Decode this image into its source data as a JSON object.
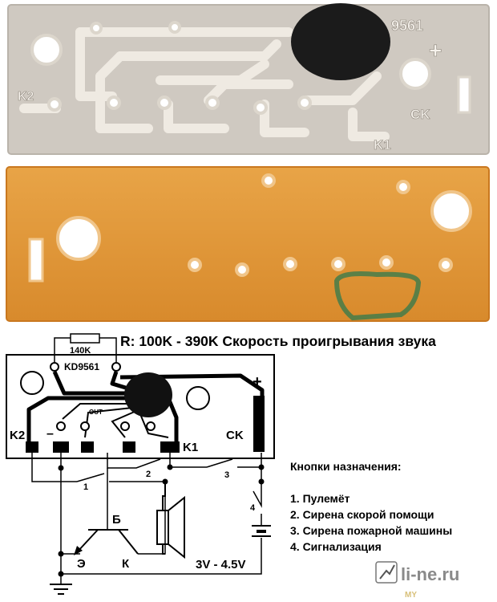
{
  "top_photo": {
    "chip_marking": "9561",
    "plus_label": "+",
    "k2_label": "K2",
    "ck_label": "CK",
    "k1_label": "K1"
  },
  "schematic": {
    "header": "R: 100K - 390K Скорость проигрывания звука",
    "resistor_value": "140K",
    "chip_name": "KD9561",
    "out_label": "OUT",
    "k2_label": "K2",
    "minus_label": "–",
    "k1_label": "K1",
    "ck_label": "CK",
    "plus_label": "+",
    "switch_labels": [
      "1",
      "2",
      "3",
      "4"
    ],
    "transistor_b": "Б",
    "transistor_e": "Э",
    "transistor_k": "К",
    "voltage": "3V - 4.5V"
  },
  "legend": {
    "title": "Кнопки назначения:",
    "items": [
      "1. Пулемёт",
      "2. Сирена скорой помощи",
      "3. Сирена пожарной машины",
      "4. Сигнализация"
    ]
  },
  "watermark": {
    "text": "li-ne.ru",
    "sub": "MY"
  },
  "colors": {
    "pcb_silver": "#cfcac4",
    "pcb_trace": "#ece7de",
    "pcb_orange": "#e39a3a",
    "chip_black": "#1a1a1a"
  }
}
